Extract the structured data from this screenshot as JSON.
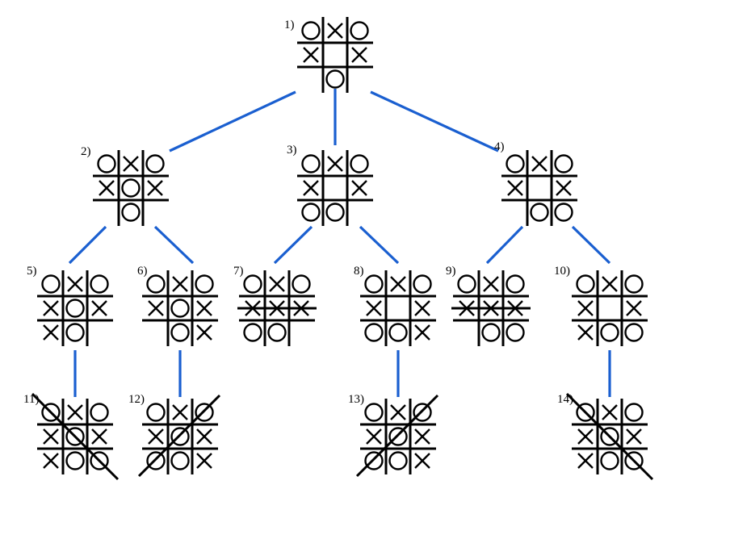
{
  "diagram": {
    "colors": {
      "edge": "#1a5fd0",
      "ink": "#000000",
      "background": "#ffffff"
    },
    "nodes": [
      {
        "id": 1,
        "label": "1)",
        "board": [
          "O",
          "X",
          "O",
          "X",
          "",
          "X",
          "",
          "O",
          ""
        ],
        "win": null
      },
      {
        "id": 2,
        "label": "2)",
        "board": [
          "O",
          "X",
          "O",
          "X",
          "O",
          "X",
          "",
          "O",
          ""
        ],
        "win": null
      },
      {
        "id": 3,
        "label": "3)",
        "board": [
          "O",
          "X",
          "O",
          "X",
          "",
          "X",
          "O",
          "O",
          ""
        ],
        "win": null
      },
      {
        "id": 4,
        "label": "4)",
        "board": [
          "O",
          "X",
          "O",
          "X",
          "",
          "X",
          "",
          "O",
          "O"
        ],
        "win": null
      },
      {
        "id": 5,
        "label": "5)",
        "board": [
          "O",
          "X",
          "O",
          "X",
          "O",
          "X",
          "X",
          "O",
          ""
        ],
        "win": null
      },
      {
        "id": 6,
        "label": "6)",
        "board": [
          "O",
          "X",
          "O",
          "X",
          "O",
          "X",
          "",
          "O",
          "X"
        ],
        "win": null
      },
      {
        "id": 7,
        "label": "7)",
        "board": [
          "O",
          "X",
          "O",
          "X",
          "X",
          "X",
          "O",
          "O",
          ""
        ],
        "win": "row-middle"
      },
      {
        "id": 8,
        "label": "8)",
        "board": [
          "O",
          "X",
          "O",
          "X",
          "",
          "X",
          "O",
          "O",
          "X"
        ],
        "win": null
      },
      {
        "id": 9,
        "label": "9)",
        "board": [
          "O",
          "X",
          "O",
          "X",
          "X",
          "X",
          "",
          "O",
          "O"
        ],
        "win": "row-middle"
      },
      {
        "id": 10,
        "label": "10)",
        "board": [
          "O",
          "X",
          "O",
          "X",
          "",
          "X",
          "X",
          "O",
          "O"
        ],
        "win": null
      },
      {
        "id": 11,
        "label": "11)",
        "board": [
          "O",
          "X",
          "O",
          "X",
          "O",
          "X",
          "X",
          "O",
          "O"
        ],
        "win": "diagonal-main"
      },
      {
        "id": 12,
        "label": "12)",
        "board": [
          "O",
          "X",
          "O",
          "X",
          "O",
          "X",
          "O",
          "O",
          "X"
        ],
        "win": "diagonal-anti"
      },
      {
        "id": 13,
        "label": "13)",
        "board": [
          "O",
          "X",
          "O",
          "X",
          "O",
          "X",
          "O",
          "O",
          "X"
        ],
        "win": "diagonal-anti"
      },
      {
        "id": 14,
        "label": "14)",
        "board": [
          "O",
          "X",
          "O",
          "X",
          "O",
          "X",
          "X",
          "O",
          "O"
        ],
        "win": "diagonal-main"
      }
    ],
    "edges": [
      {
        "from": 1,
        "to": 2
      },
      {
        "from": 1,
        "to": 3
      },
      {
        "from": 1,
        "to": 4
      },
      {
        "from": 2,
        "to": 5
      },
      {
        "from": 2,
        "to": 6
      },
      {
        "from": 3,
        "to": 7
      },
      {
        "from": 3,
        "to": 8
      },
      {
        "from": 4,
        "to": 9
      },
      {
        "from": 4,
        "to": 10
      },
      {
        "from": 5,
        "to": 11
      },
      {
        "from": 6,
        "to": 12
      },
      {
        "from": 8,
        "to": 13
      },
      {
        "from": 10,
        "to": 14
      }
    ]
  }
}
